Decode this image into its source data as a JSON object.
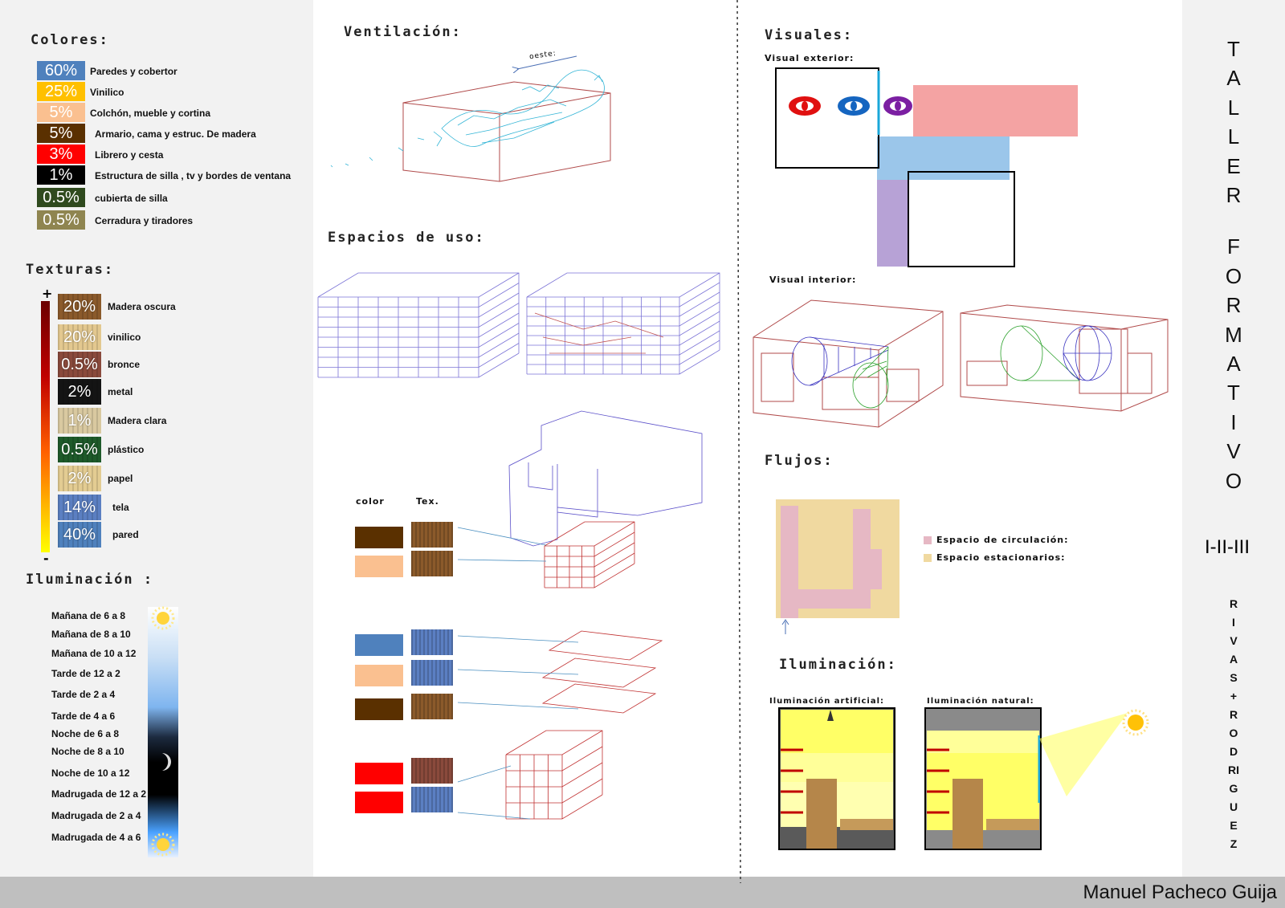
{
  "colores": {
    "title": "Colores:",
    "items": [
      {
        "pct": "60%",
        "label": "Paredes y cobertor",
        "color": "#4f81bd"
      },
      {
        "pct": "25%",
        "label": "Vinilico",
        "color": "#ffc000"
      },
      {
        "pct": "5%",
        "label": "Colchón, mueble y cortina",
        "color": "#fac090"
      },
      {
        "pct": "5%",
        "label": "Armario, cama y estruc. De madera",
        "color": "#5a3000"
      },
      {
        "pct": "3%",
        "label": "Librero y cesta",
        "color": "#ff0000"
      },
      {
        "pct": "1%",
        "label": "Estructura de silla , tv y bordes de ventana",
        "color": "#000000"
      },
      {
        "pct": "0.5%",
        "label": "cubierta de silla",
        "color": "#2f4a1e"
      },
      {
        "pct": "0.5%",
        "label": "Cerradura y tiradores",
        "color": "#8f8550"
      }
    ]
  },
  "texturas": {
    "title": "Texturas:",
    "plus": "+",
    "minus": "-",
    "items": [
      {
        "pct": "20%",
        "label": "Madera oscura",
        "color": "#8b5a2b"
      },
      {
        "pct": "20%",
        "label": "vinilico",
        "color": "#e3c88f"
      },
      {
        "pct": "0.5%",
        "label": "bronce",
        "color": "#8a4a3c"
      },
      {
        "pct": "2%",
        "label": "metal",
        "color": "#141414"
      },
      {
        "pct": "1%",
        "label": "Madera clara",
        "color": "#d9c9a0"
      },
      {
        "pct": "0.5%",
        "label": "plástico",
        "color": "#1e5a2a"
      },
      {
        "pct": "2%",
        "label": "papel",
        "color": "#e3cc92"
      },
      {
        "pct": "14%",
        "label": "tela",
        "color": "#5b7fc2"
      },
      {
        "pct": "40%",
        "label": "pared",
        "color": "#4f81bd"
      }
    ]
  },
  "iluminacion_left": {
    "title": "Iluminación :",
    "items": [
      "Mañana de 6  a 8",
      "Mañana de 8  a 10",
      "Mañana de 10  a 12",
      "Tarde de 12 a 2",
      "Tarde de 2 a 4",
      "Tarde de 4 a 6",
      "Noche de 6 a 8",
      "Noche de 8 a 10",
      "Noche de 10 a 12",
      "Madrugada de 12 a 2",
      "Madrugada de 2 a 4",
      "Madrugada de 4 a 6"
    ]
  },
  "ventilacion": {
    "title": "Ventilación:",
    "direction": "oeste:"
  },
  "espacios": {
    "title": "Espacios de uso:",
    "col_color": "color",
    "col_tex": "Tex."
  },
  "visuales": {
    "title": "Visuales:",
    "exterior": "Visual exterior:",
    "interior": "Visual interior:"
  },
  "flujos": {
    "title": "Flujos:",
    "legend": [
      {
        "label": "Espacio de circulación:",
        "color": "#e6b8c4"
      },
      {
        "label": "Espacio estacionarios:",
        "color": "#f0d9a0"
      }
    ]
  },
  "iluminacion_right": {
    "title": "Iluminación:",
    "artificial": "Iluminación artificial:",
    "natural": "Iluminación natural:"
  },
  "sidebar": {
    "title_letters": [
      "T",
      "A",
      "L",
      "L",
      "E",
      "R",
      "",
      "F",
      "O",
      "R",
      "M",
      "A",
      "T",
      "I",
      "V",
      "O"
    ],
    "roman": "I-II-III",
    "name_letters": [
      "R",
      "I",
      "V",
      "A",
      "S",
      "+",
      "R",
      "O",
      "D",
      "RI",
      "G",
      "U",
      "E",
      "Z"
    ]
  },
  "footer": {
    "author": "Manuel Pacheco Guija"
  }
}
